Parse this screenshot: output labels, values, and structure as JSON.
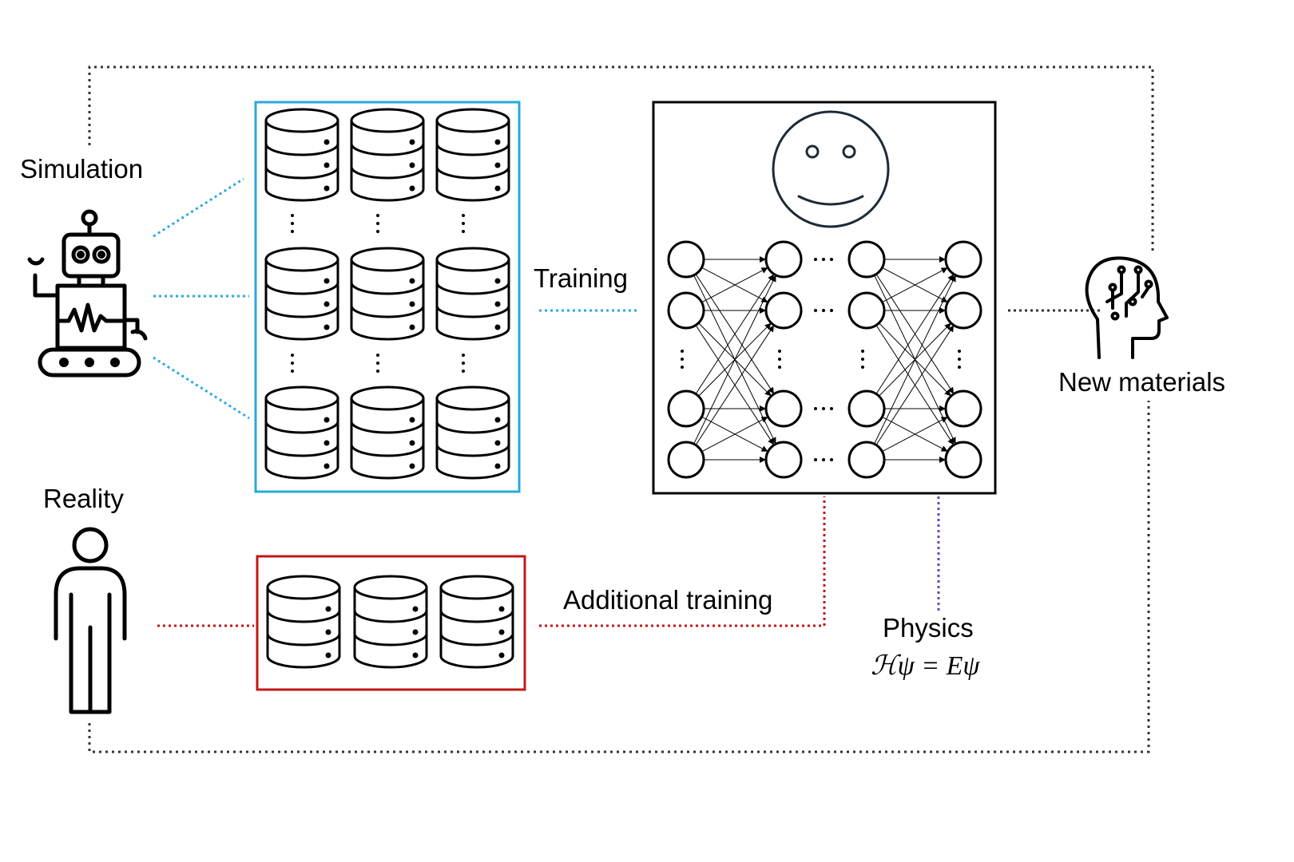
{
  "labels": {
    "simulation": "Simulation",
    "reality": "Reality",
    "training": "Training",
    "additional_training": "Additional training",
    "new_materials": "New materials",
    "physics": "Physics",
    "physics_equation": "ℋψ = Eψ"
  },
  "colors": {
    "simulation_link": "#29a9dc",
    "reality_link": "#c01818",
    "physics_link": "#7040c0",
    "feedback_loop": "#333333",
    "simulation_box": "#29a9dc",
    "reality_box": "#c01818",
    "ink": "#000000",
    "face": "#1b2a36"
  },
  "icons": {
    "simulation_actor": "robot-icon",
    "reality_actor": "person-icon",
    "dataset": "database-icon",
    "model_mood": "smiley-face-icon",
    "new_materials": "ai-head-icon"
  },
  "simulation_databases": {
    "rows": 3,
    "cols": 3,
    "ellipsis_between_rows": true
  },
  "reality_databases": {
    "count": 3
  },
  "neural_network": {
    "visible_layers": 4,
    "visible_nodes_per_layer": 4,
    "ellipsis_between_layers": true,
    "ellipsis_between_nodes": true
  }
}
